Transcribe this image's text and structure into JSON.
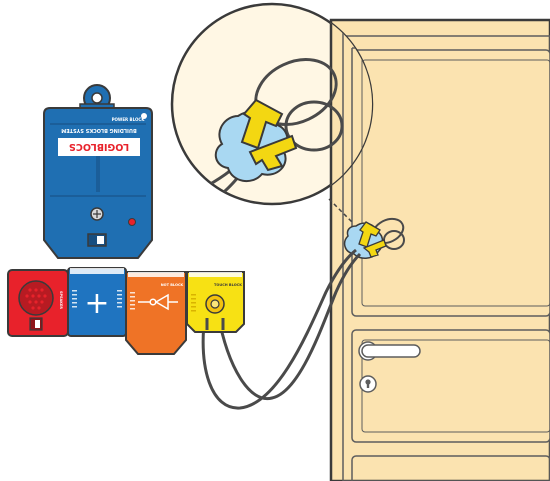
{
  "logo": {
    "brand": "LOGIBLOCS",
    "tagline": "BUILDING BLOCKS SYSTEM"
  },
  "blocks": {
    "power": {
      "label": "POWER BLOCK"
    },
    "speaker": {
      "label": "SPEAKER"
    },
    "and": {
      "symbol": "+"
    },
    "not": {
      "label": "NOT BLOCK"
    },
    "touch": {
      "label": "TOUCH BLOCK"
    }
  },
  "colors": {
    "power_blue": "#1f6fb2",
    "and_blue": "#1f74c0",
    "speaker_red": "#e8222b",
    "not_orange": "#ef7326",
    "touch_yellow": "#f7e114",
    "door": "#fbe3b0",
    "door_trim": "#5d5d5d",
    "sensor_yellow": "#f3d712",
    "sensor_blue": "#a9d8f2",
    "wire": "#4a4a4a"
  }
}
